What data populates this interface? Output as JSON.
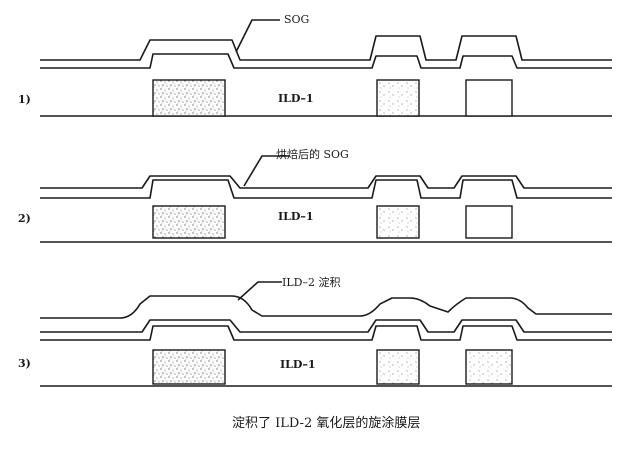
{
  "steps": [
    {
      "label": "1)",
      "annotation": "SOG",
      "ild": "ILD–1"
    },
    {
      "label": "2)",
      "annotation": "烘焙后的 SOG",
      "ild": "ILD–1"
    },
    {
      "label": "3)",
      "annotation": "ILD–2 淀积",
      "ild": "ILD–1"
    }
  ],
  "caption": "淀积了 ILD-2 氧化层的旋涂膜层"
}
